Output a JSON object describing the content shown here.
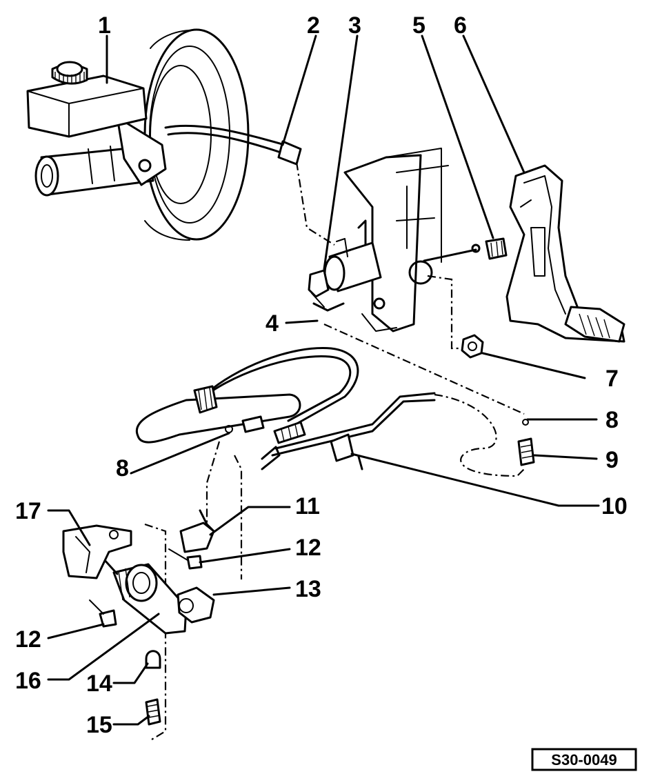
{
  "diagram": {
    "reference_code": "S30-0049",
    "callouts": [
      {
        "id": "1",
        "text": "1"
      },
      {
        "id": "2",
        "text": "2"
      },
      {
        "id": "3",
        "text": "3"
      },
      {
        "id": "4",
        "text": "4"
      },
      {
        "id": "5",
        "text": "5"
      },
      {
        "id": "6",
        "text": "6"
      },
      {
        "id": "7",
        "text": "7"
      },
      {
        "id": "8a",
        "text": "8"
      },
      {
        "id": "8b",
        "text": "8"
      },
      {
        "id": "9",
        "text": "9"
      },
      {
        "id": "10",
        "text": "10"
      },
      {
        "id": "11",
        "text": "11"
      },
      {
        "id": "12a",
        "text": "12"
      },
      {
        "id": "12b",
        "text": "12"
      },
      {
        "id": "13",
        "text": "13"
      },
      {
        "id": "14",
        "text": "14"
      },
      {
        "id": "15",
        "text": "15"
      },
      {
        "id": "16",
        "text": "16"
      },
      {
        "id": "17",
        "text": "17"
      }
    ]
  }
}
